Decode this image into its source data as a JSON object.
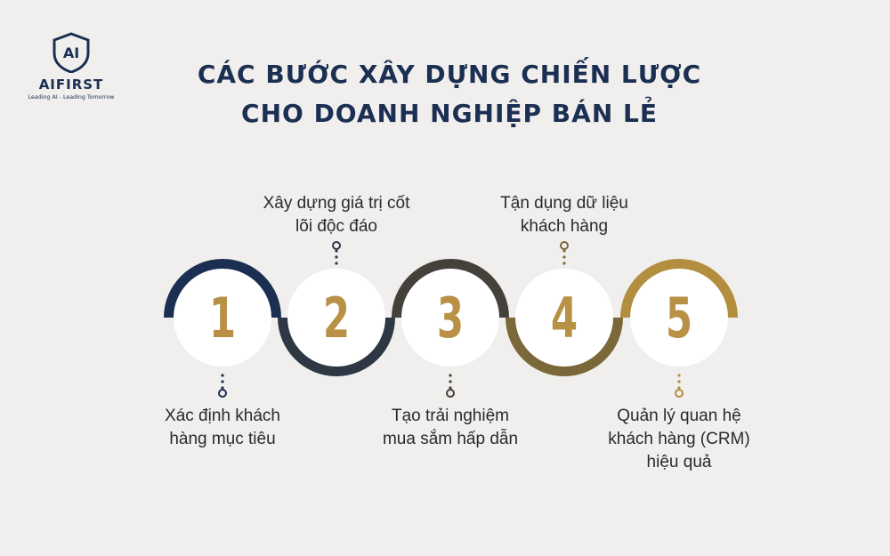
{
  "brand": {
    "mark": "AI",
    "name": "AIFIRST",
    "tagline": "Leading AI - Leading Tomorrow"
  },
  "title": {
    "line1": "CÁC BƯỚC XÂY DỰNG CHIẾN LƯỢC",
    "line2": "CHO DOANH NGHIỆP BÁN LẺ"
  },
  "colors": {
    "navy": "#1b2f52",
    "gold": "#b38e3e",
    "number_gold": "#b89147",
    "circle_fill": "#ffffff",
    "background": "#f0efed",
    "ring_gradient": [
      "#1b2f52",
      "#2e3845",
      "#44413a",
      "#7b6838",
      "#b38e3e"
    ]
  },
  "steps": [
    {
      "number": "1",
      "label_lines": [
        "Xác định khách",
        "hàng mục tiêu"
      ],
      "label_side": "below"
    },
    {
      "number": "2",
      "label_lines": [
        "Xây dựng giá trị cốt",
        "lõi độc đáo"
      ],
      "label_side": "above"
    },
    {
      "number": "3",
      "label_lines": [
        "Tạo trải nghiệm",
        "mua sắm hấp dẫn"
      ],
      "label_side": "below"
    },
    {
      "number": "4",
      "label_lines": [
        "Tận dụng dữ liệu",
        "khách hàng"
      ],
      "label_side": "above"
    },
    {
      "number": "5",
      "label_lines": [
        "Quản lý quan hệ",
        "khách hàng (CRM)",
        "hiệu quả"
      ],
      "label_side": "below"
    }
  ]
}
